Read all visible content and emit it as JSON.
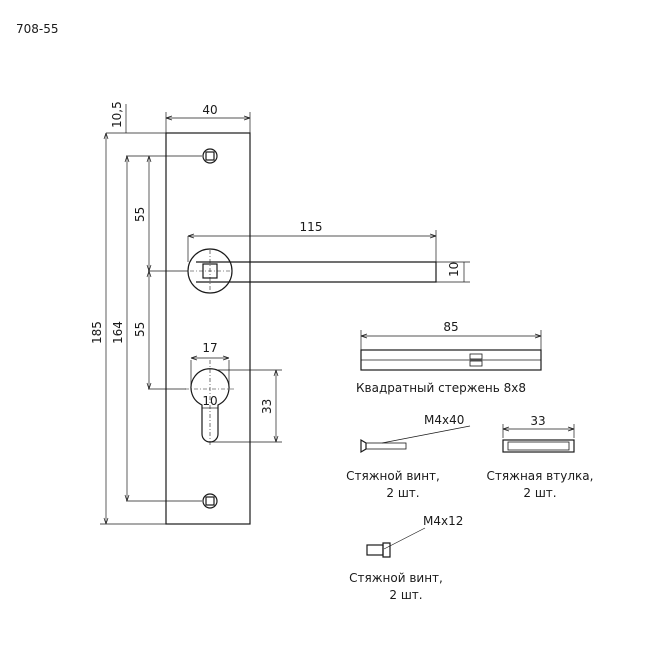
{
  "model": "708-55",
  "dimensions": {
    "top_offset": "10,5",
    "plate_width": "40",
    "lever_length": "115",
    "lever_height": "10",
    "hole_spacing_upper": "55",
    "hole_spacing_lower": "55",
    "total_height": "185",
    "screw_span": "164",
    "cylinder_width": "17",
    "cylinder_pin": "10",
    "cylinder_height": "33"
  },
  "spindle": {
    "length": "85",
    "caption": "Квадратный стержень 8х8"
  },
  "screw_long": {
    "size": "М4х40",
    "caption_line1": "Стяжной винт,",
    "caption_line2": "2 шт."
  },
  "sleeve": {
    "length": "33",
    "caption_line1": "Стяжная втулка,",
    "caption_line2": "2 шт."
  },
  "screw_short": {
    "size": "М4х12",
    "caption_line1": "Стяжной винт,",
    "caption_line2": "2 шт."
  }
}
